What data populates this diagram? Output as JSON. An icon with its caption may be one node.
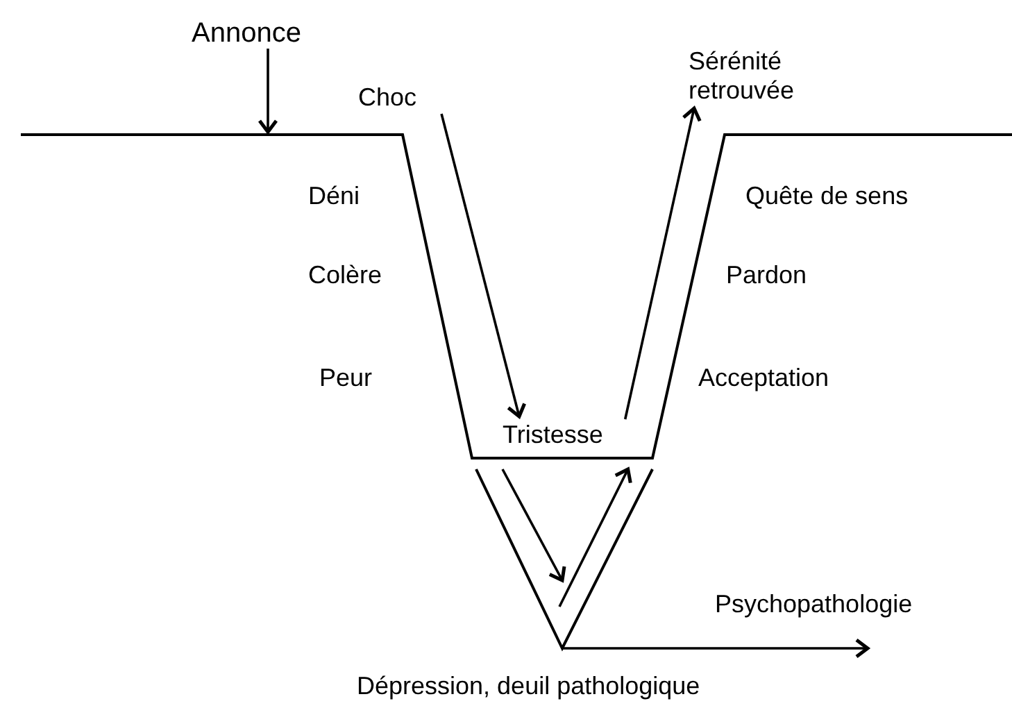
{
  "diagram": {
    "nodes": [
      {
        "text": [
          "Annonce"
        ]
      },
      {
        "text": [
          "Choc"
        ]
      },
      {
        "text": [
          "Sérénité retrouvée"
        ]
      },
      {
        "text": [
          "Tristesse"
        ]
      },
      {
        "text": [
          "Dépression, deuil pathologique"
        ]
      },
      {
        "text": [
          "Psychopathologie"
        ]
      }
    ],
    "edges": [
      {
        "from": 0,
        "to": null,
        "arrow": "to"
      },
      {
        "from": 1,
        "to": 3,
        "arrow": "to"
      },
      {
        "from": 3,
        "to": 2,
        "arrow": "to"
      },
      {
        "from": 3,
        "to": 4,
        "arrow": "to"
      },
      {
        "from": 4,
        "to": 3,
        "arrow": "to"
      },
      {
        "from": 4,
        "to": 5,
        "arrow": "to"
      }
    ],
    "labels": [
      "Déni",
      "Colère",
      "Peur",
      "Quête de sens",
      "Pardon",
      "Acceptation"
    ]
  }
}
